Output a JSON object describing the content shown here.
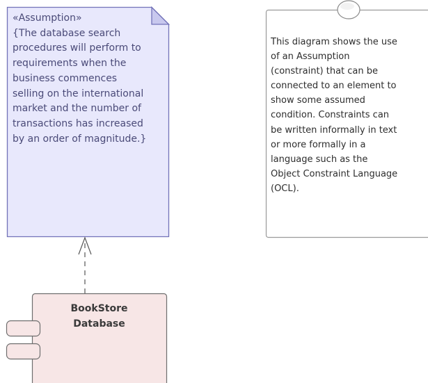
{
  "assumption": {
    "stereotype": "«Assumption»",
    "lines": [
      "{The database search",
      "procedures will perform to",
      "requirements when the",
      "business commences",
      "selling on the international",
      "market and the number of",
      "transactions has increased",
      "by an order of magnitude.}"
    ]
  },
  "note": {
    "lines": [
      "This diagram shows the use",
      "of an Assumption",
      "(constraint) that can be",
      "connected to an element to",
      "show some assumed",
      "condition. Constraints can",
      "be written informally in text",
      "or more formally in a",
      "language such as the",
      "Object Constraint Language",
      "(OCL)."
    ]
  },
  "component": {
    "name_lines": [
      "BookStore",
      "Database"
    ]
  },
  "colors": {
    "assumption_fill": "#e8e8fc",
    "assumption_border": "#7272b8",
    "note_fill": "#ffffff",
    "note_border": "#9a9a9a",
    "component_fill": "#f7e6e6",
    "component_border": "#6e6e6e",
    "connector": "#555555"
  }
}
